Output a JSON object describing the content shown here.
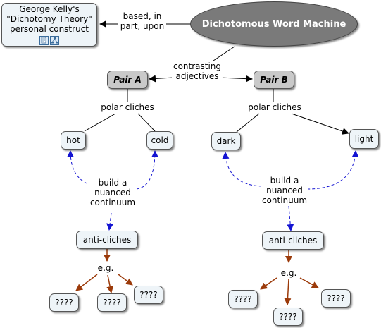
{
  "title_node": "Dichotomous Word Machine",
  "kelly": {
    "line1": "George Kelly's",
    "line2": "\"Dichotomy Theory\"",
    "line3": "personal construct",
    "icons": [
      "document-icon",
      "concept-map-icon"
    ]
  },
  "links": {
    "based_on": "based, in\npart, upon",
    "contrasting": "contrasting\nadjectives",
    "polar_a": "polar cliches",
    "polar_b": "polar cliches",
    "build_a": "build a\nnuanced\ncontinuum",
    "build_b": "build a\nnuanced\ncontinuum",
    "eg_a": "e.g.",
    "eg_b": "e.g."
  },
  "pair_a": "Pair A",
  "pair_b": "Pair B",
  "words": {
    "hot": "hot",
    "cold": "cold",
    "dark": "dark",
    "light": "light"
  },
  "anti_a": "anti-cliches",
  "anti_b": "anti-cliches",
  "examples_a": [
    "????",
    "????",
    "????"
  ],
  "examples_b": [
    "????",
    "????",
    "????"
  ],
  "colors": {
    "solid_line": "#000000",
    "dashed_line": "#1414d2",
    "example_line": "#9b3a0a",
    "title_fill": "#7a7a7a",
    "pair_fill": "#c9c9c9",
    "concept_fill": "#eef4f8"
  }
}
